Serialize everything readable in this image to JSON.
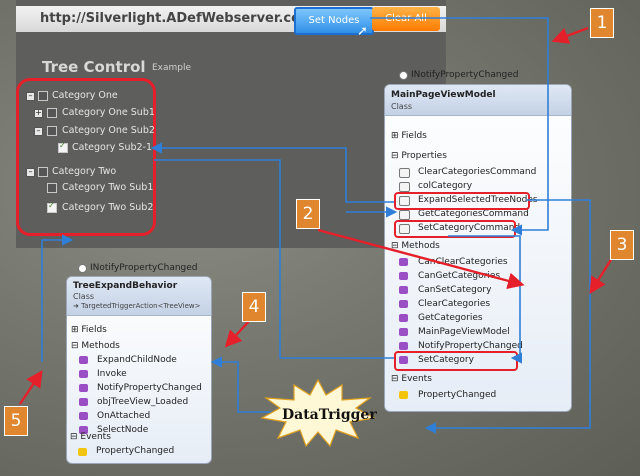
{
  "app": {
    "url": "http://Silverlight.ADefWebserver.com",
    "set_nodes_button": "Set Nodes",
    "clear_all_button": "Clear All",
    "title": "Tree Control",
    "subtitle": "Example"
  },
  "tree": [
    {
      "label": "Category One",
      "checked": false
    },
    {
      "label": "Category One Sub1",
      "checked": false
    },
    {
      "label": "Category One Sub2",
      "checked": false
    },
    {
      "label": "Category Sub2-1",
      "checked": true
    },
    {
      "label": "Category Two",
      "checked": false
    },
    {
      "label": "Category Two Sub1",
      "checked": false
    },
    {
      "label": "Category Two Sub2",
      "checked": true
    }
  ],
  "viewmodel": {
    "interface": "INotifyPropertyChanged",
    "name": "MainPageViewModel",
    "type": "Class",
    "fields_label": "Fields",
    "properties_label": "Properties",
    "properties": [
      "ClearCategoriesCommand",
      "colCategory",
      "ExpandSelectedTreeNodes",
      "GetCategoriesCommand",
      "SetCategoryCommand"
    ],
    "methods_label": "Methods",
    "methods": [
      "CanClearCategories",
      "CanGetCategories",
      "CanSetCategory",
      "ClearCategories",
      "GetCategories",
      "MainPageViewModel",
      "NotifyPropertyChanged",
      "SetCategory"
    ],
    "events_label": "Events",
    "events": [
      "PropertyChanged"
    ]
  },
  "behavior": {
    "interface": "INotifyPropertyChanged",
    "name": "TreeExpandBehavior",
    "type": "Class",
    "base": "➜ TargetedTriggerAction<TreeView>",
    "fields_label": "Fields",
    "methods_label": "Methods",
    "methods": [
      "ExpandChildNode",
      "Invoke",
      "NotifyPropertyChanged",
      "objTreeView_Loaded",
      "OnAttached",
      "SelectNode"
    ],
    "events_label": "Events",
    "events": [
      "PropertyChanged"
    ]
  },
  "callouts": [
    "1",
    "2",
    "3",
    "4",
    "5"
  ],
  "data_trigger": "DataTrigger",
  "colors": {
    "highlight": "#e5202a",
    "connector": "#2f7fd8",
    "callout": "#e0862e"
  }
}
